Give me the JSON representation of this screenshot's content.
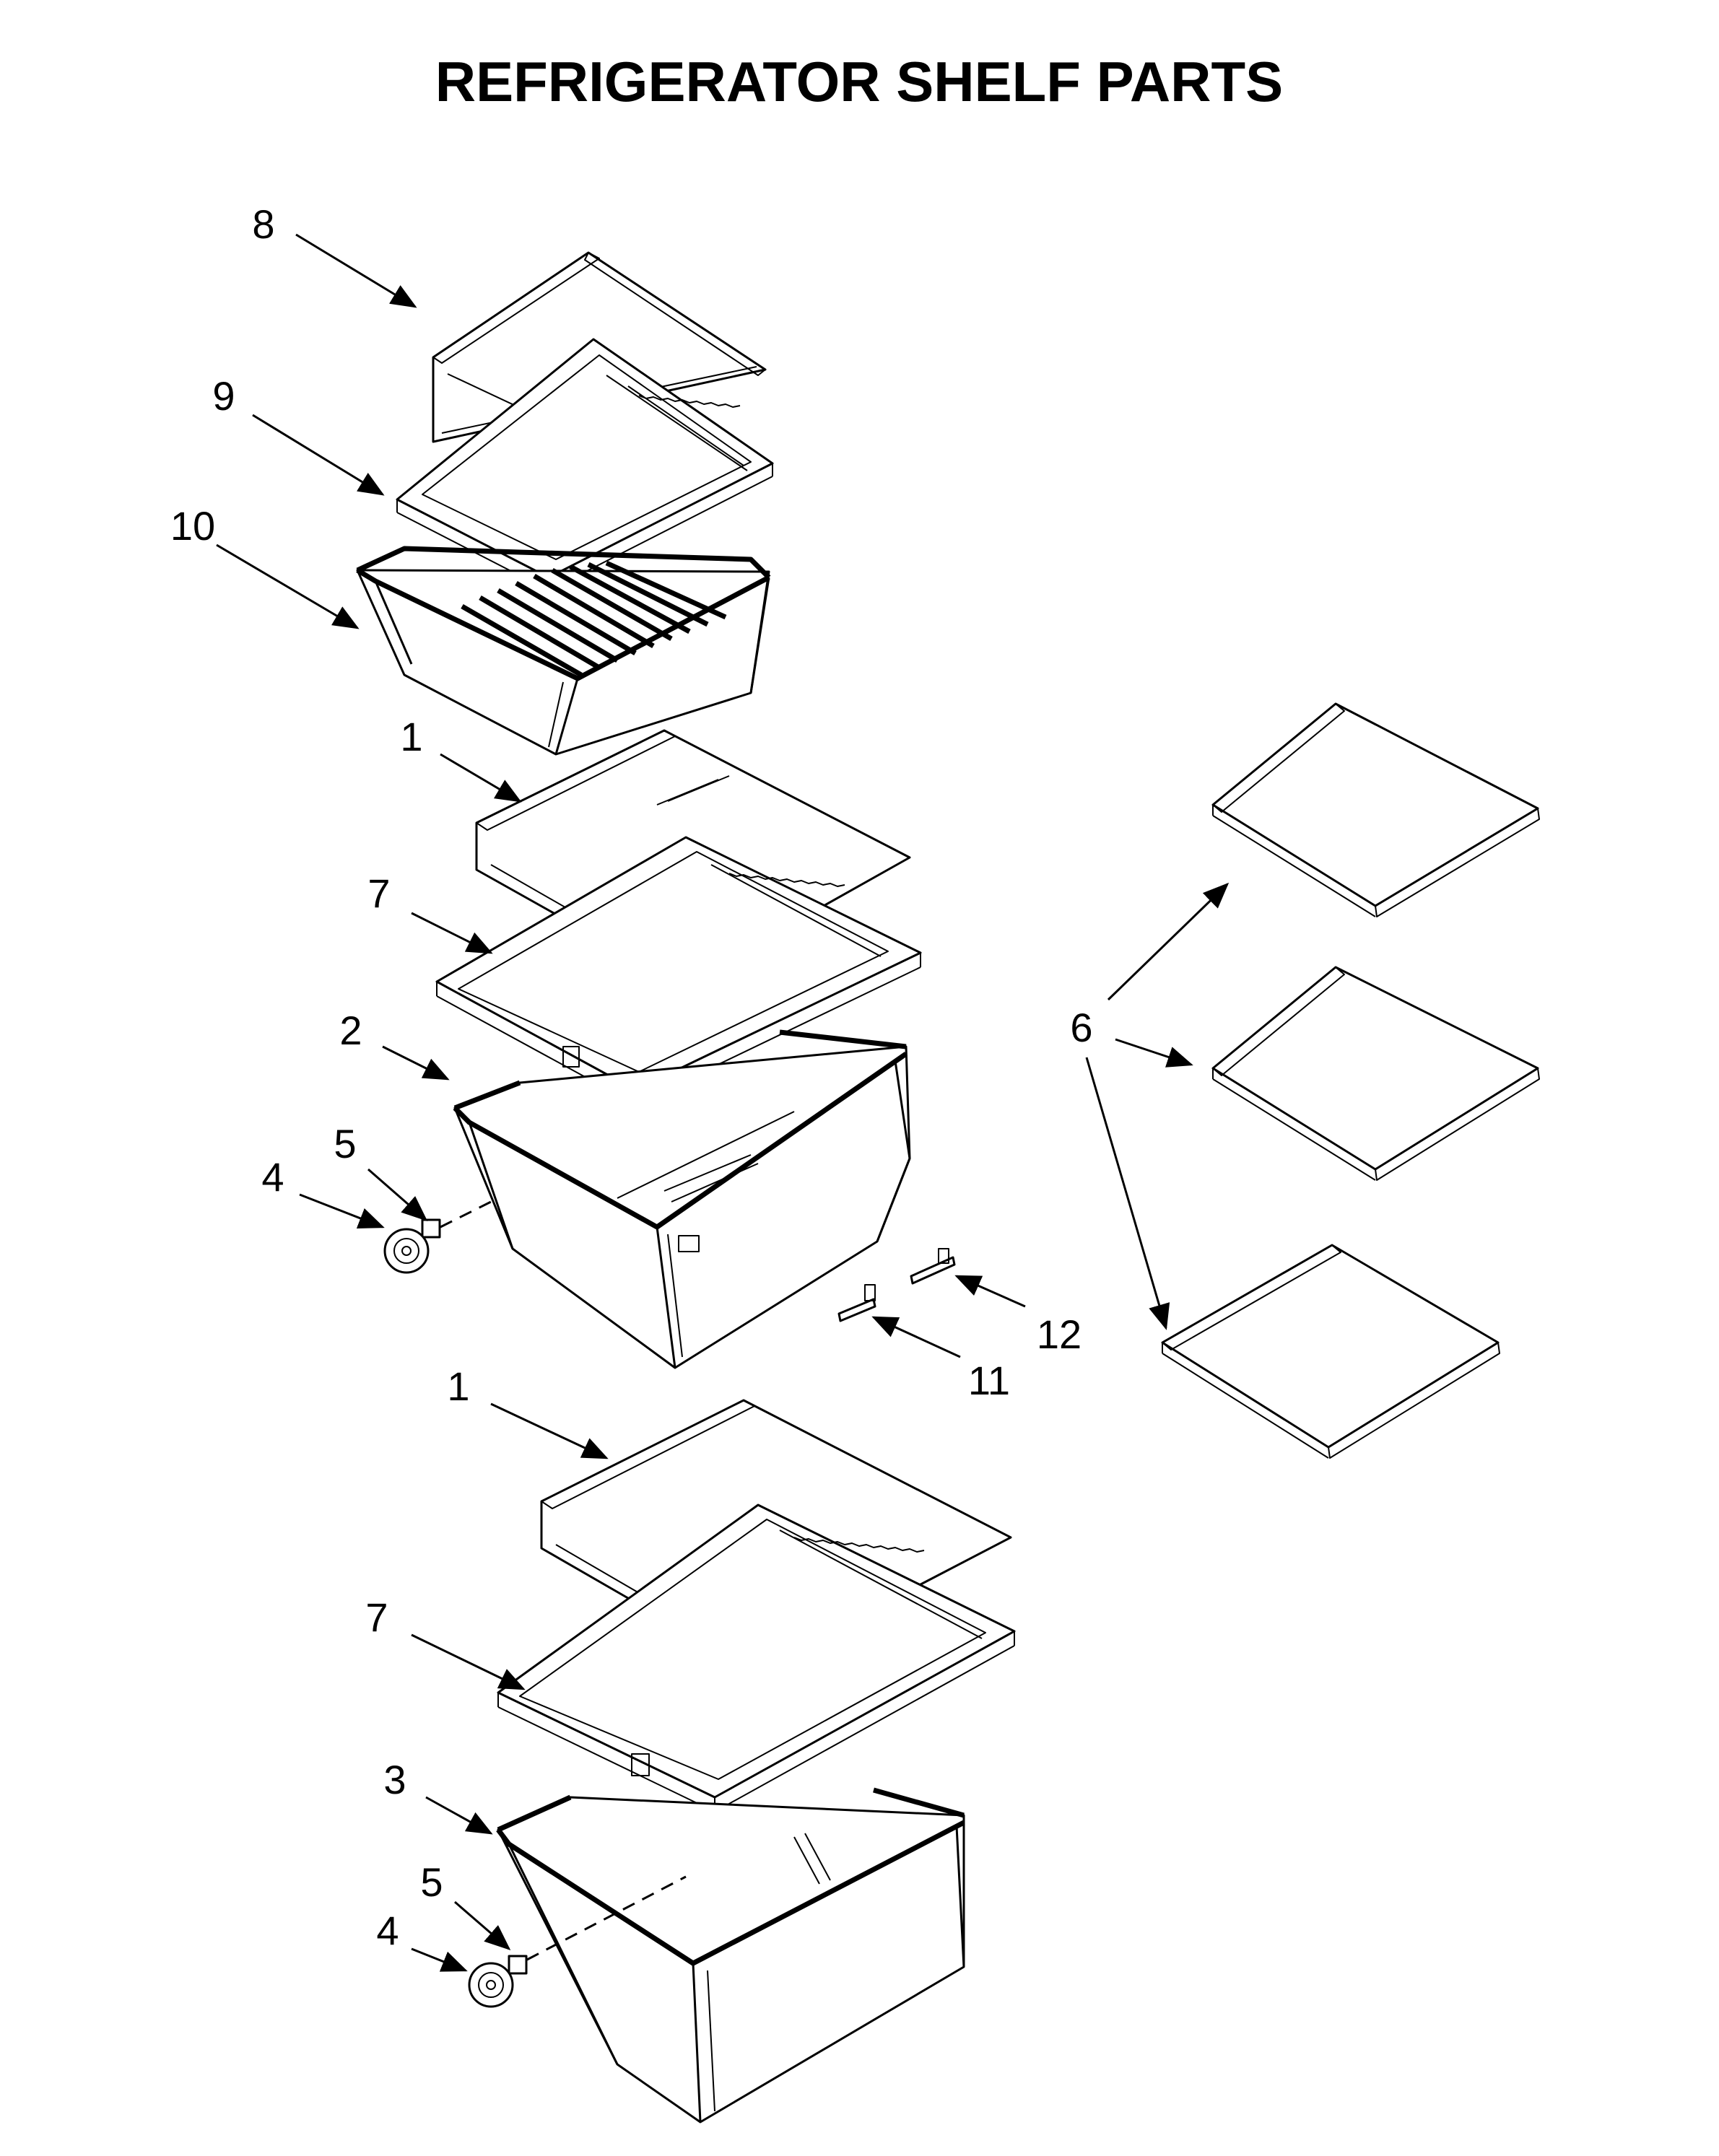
{
  "title": "REFRIGERATOR SHELF PARTS",
  "callouts": {
    "c8": "8",
    "c9": "9",
    "c10": "10",
    "c1_upper": "1",
    "c7_upper": "7",
    "c2": "2",
    "c5_upper": "5",
    "c4_upper": "4",
    "c6": "6",
    "c12": "12",
    "c11": "11",
    "c1_lower": "1",
    "c7_lower": "7",
    "c3": "3",
    "c5_lower": "5",
    "c4_lower": "4"
  },
  "colors": {
    "line": "#000000",
    "background": "#ffffff"
  }
}
